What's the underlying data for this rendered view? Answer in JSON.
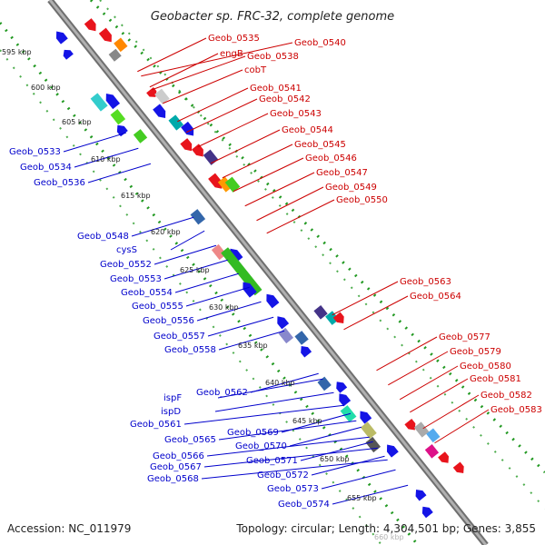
{
  "title": "Geobacter sp. FRC-32, complete genome",
  "footer": {
    "accession": "Accession: NC_011979",
    "topology": "Topology: circular; Length: 4,304,501 bp; Genes: 3,855"
  },
  "ticks": [
    "595 kbp",
    "600 kbp",
    "605 kbp",
    "610 kbp",
    "615 kbp",
    "620 kbp",
    "625 kbp",
    "630 kbp",
    "635 kbp",
    "640 kbp",
    "645 kbp",
    "650 kbp",
    "655 kbp",
    "660 kbp"
  ],
  "labels_right": [
    "Geob_0535",
    "engB",
    "Geob_0538",
    "Geob_0540",
    "cobT",
    "Geob_0541",
    "Geob_0542",
    "Geob_0543",
    "Geob_0544",
    "Geob_0545",
    "Geob_0546",
    "Geob_0547",
    "Geob_0549",
    "Geob_0550",
    "Geob_0563",
    "Geob_0564",
    "Geob_0577",
    "Geob_0579",
    "Geob_0580",
    "Geob_0581",
    "Geob_0582",
    "Geob_0583"
  ],
  "labels_left": [
    "Geob_0533",
    "Geob_0534",
    "Geob_0536",
    "Geob_0548",
    "cysS",
    "Geob_0552",
    "Geob_0553",
    "Geob_0554",
    "Geob_0555",
    "Geob_0556",
    "Geob_0557",
    "Geob_0558",
    "ispF",
    "Geob_0562",
    "ispD",
    "Geob_0561",
    "Geob_0565",
    "Geob_0569",
    "Geob_0566",
    "Geob_0570",
    "Geob_0567",
    "Geob_0568",
    "Geob_0571",
    "Geob_0572",
    "Geob_0573",
    "Geob_0574"
  ],
  "colors": {
    "backbone": "#8c8c8c",
    "forward_cds": "#e8141c",
    "reverse_cds": "#1414e6",
    "label_right": "#cc0000",
    "label_left": "#0000cc",
    "gc_track": "#229922"
  }
}
